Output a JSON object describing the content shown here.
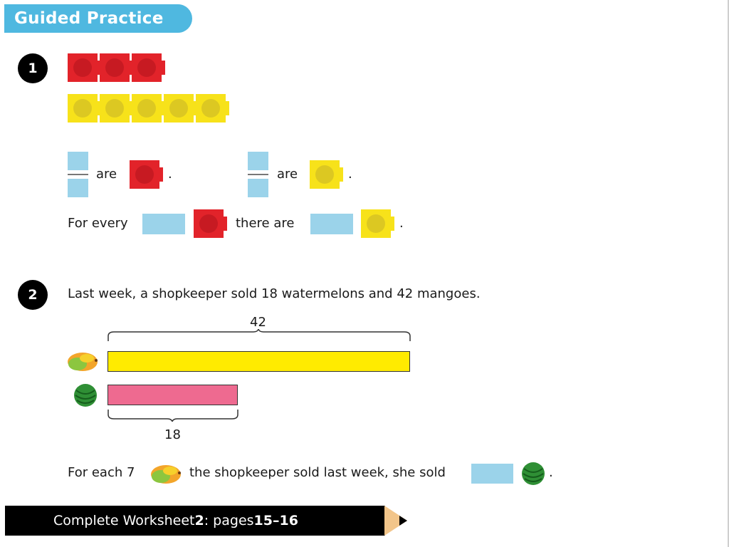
{
  "header": {
    "title": "Guided Practice"
  },
  "colors": {
    "header_blue": "#4fb8e0",
    "cube_red": "#e2232a",
    "cube_yellow": "#f7e21a",
    "answer_box": "#9bd3ea",
    "bar_yellow": "#ffeb00",
    "bar_pink": "#ee6a90"
  },
  "q1": {
    "number": "1",
    "red_cube_count": 3,
    "yellow_cube_count": 5,
    "sentence1_word": "are",
    "sentence2_word": "are",
    "period": ".",
    "ratio_prefix": "For every",
    "ratio_middle": "there are"
  },
  "q2": {
    "number": "2",
    "prompt": "Last week, a shopkeeper sold 18 watermelons and 42 mangoes.",
    "mango_total": "42",
    "watermelon_total": "18",
    "answer_prefix": "For each 7",
    "answer_middle": "the shopkeeper sold last week, she sold",
    "period": "."
  },
  "footer": {
    "text_a": "Complete Worksheet ",
    "worksheet_number": "2",
    "text_b": ": pages ",
    "pages": "15–16"
  },
  "icons": [
    "mango-icon",
    "watermelon-icon",
    "pencil-tip-icon"
  ]
}
